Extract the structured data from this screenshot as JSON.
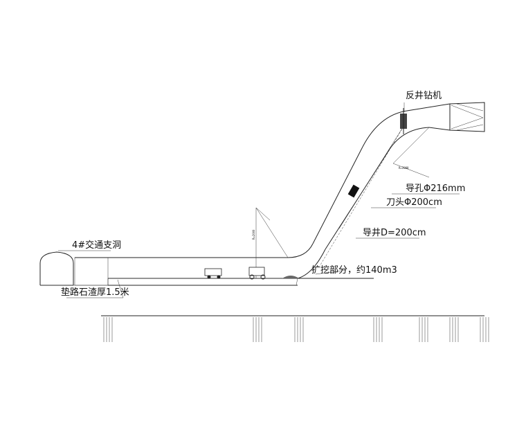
{
  "labels": {
    "raise_borer": "反井钻机",
    "pilot_hole": "导孔Φ216mm",
    "cutter_head": "刀头Φ200cm",
    "guide_shaft": "导井D=200cm",
    "excavation": "扩挖部分，约140m3",
    "adit": "4#交通支洞",
    "road_bed": "垫路石渣厚1.5米"
  },
  "small_labels": {
    "radius_vertical": "R=2000",
    "radius_upper": "R=2000"
  }
}
